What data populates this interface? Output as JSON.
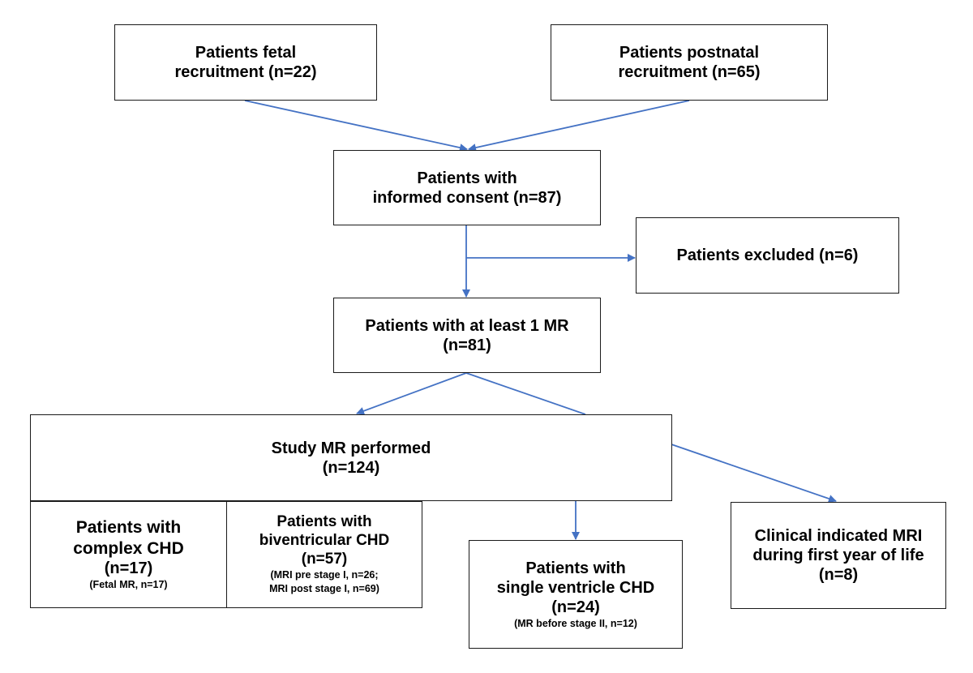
{
  "colors": {
    "arrow": "#4472c4",
    "border": "#1a1a1a"
  },
  "boxes": {
    "fetal": {
      "line1": "Patients fetal",
      "line2": "recruitment (n=22)"
    },
    "postnatal": {
      "line1": "Patients postnatal",
      "line2": "recruitment (n=65)"
    },
    "consent": {
      "line1": "Patients with",
      "line2": "informed consent (n=87)"
    },
    "excluded": {
      "line1": "Patients excluded (n=6)"
    },
    "atleast": {
      "line1": "Patients with at least 1 MR",
      "line2": "(n=81)"
    },
    "study": {
      "line1": "Study MR performed",
      "line2": "(n=124)"
    },
    "complex": {
      "line1": "Patients with",
      "line2": "complex CHD",
      "line3": "(n=17)",
      "note1": "(Fetal MR, n=17)"
    },
    "biventricular": {
      "line1": "Patients with",
      "line2": "biventricular CHD",
      "line3": "(n=57)",
      "note1": "(MRI pre stage I, n=26;",
      "note2": "MRI post stage I, n=69)"
    },
    "single": {
      "line1": "Patients with",
      "line2": "single ventricle CHD",
      "line3": "(n=24)",
      "note1": "(MR before stage II, n=12)"
    },
    "clinical": {
      "line1": "Clinical indicated MRI",
      "line2": "during first year of life",
      "line3": "(n=8)"
    }
  }
}
